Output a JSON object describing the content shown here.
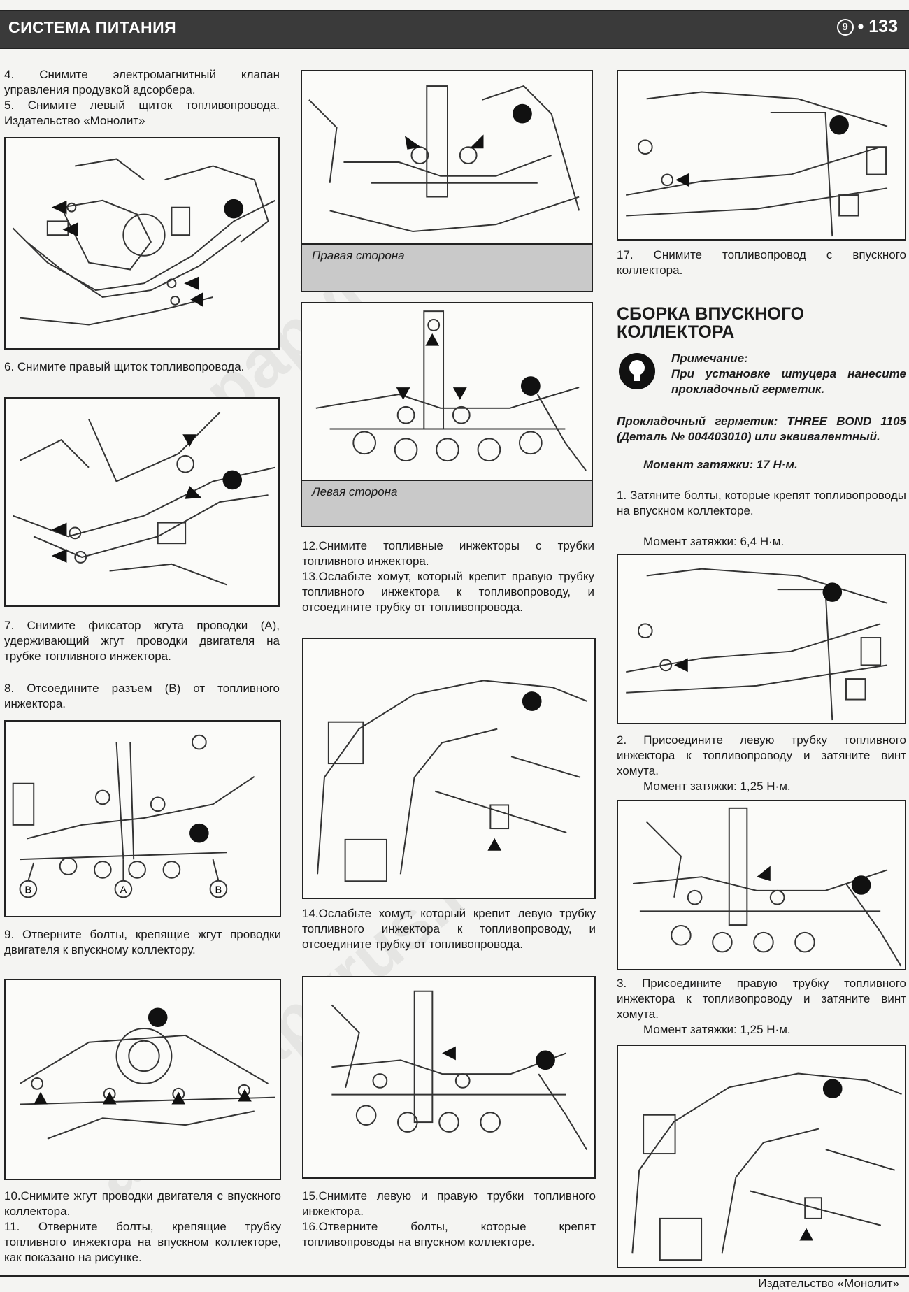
{
  "header": {
    "title": "СИСТЕМА ПИТАНИЯ",
    "page_marker": "9",
    "page_number": "• 133"
  },
  "col1": {
    "p4": "4. Снимите электромагнитный клапан управления продувкой адсорбера.",
    "p5": "5. Снимите левый щиток топливопровода. Издательство «Монолит»",
    "p6": "6. Снимите правый щиток топливопровода.",
    "p7": "7. Снимите фиксатор жгута проводки (А), удерживающий жгут проводки двигателя на трубке топливного инжектора.",
    "p8": "8. Отсоедините разъем (В) от топливного инжектора.",
    "p9": "9. Отверните болты, крепящие жгут проводки двигателя к впускному коллектору.",
    "p10": "10.Снимите жгут проводки двигателя с впускного коллектора.",
    "p11": "11. Отверните болты, крепящие трубку топливного инжектора на впускном коллекторе, как показано на рисунке.",
    "labels": {
      "b": "B",
      "a": "A"
    }
  },
  "col2": {
    "cap_right": "Правая сторона",
    "cap_left": "Левая сторона",
    "p12": "12.Снимите топливные инжекторы с трубки топливного инжектора.",
    "p13": "13.Ослабьте хомут, который крепит правую трубку топливного инжектора к топливопроводу, и отсоедините трубку от топливопровода.",
    "p14": "14.Ослабьте хомут, который крепит левую трубку топливного инжектора к топливопроводу, и отсоедините трубку от топливопровода.",
    "p15": "15.Снимите левую и правую трубки топливного инжектора.",
    "p16": "16.Отверните болты, которые крепят топливопроводы на впускном коллекторе."
  },
  "col3": {
    "p17": "17. Снимите топливопровод с впускного коллектора.",
    "heading": "СБОРКА ВПУСКНОГО КОЛЛЕКТОРА",
    "note_title": "Примечание:",
    "note_body": "При установке штуцера нанесите прокладочный герметик.",
    "note_sealant": "Прокладочный герметик: THREE BOND 1105 (Деталь № 004403010) или эквивалентный.",
    "note_torque": "Момент затяжки: 17 Н·м.",
    "s1": "1. Затяните болты, которые крепят топливопроводы на впускном коллекторе.",
    "s1_torque": "Момент затяжки: 6,4 Н·м.",
    "s2": "2. Присоедините левую трубку топливного инжектора к топливопроводу и затяните винт хомута.",
    "s2_torque": "Момент затяжки: 1,25 Н·м.",
    "s3": "3. Присоедините правую трубку топливного инжектора к топливопроводу и затяните винт хомута.",
    "s3_torque": "Момент затяжки: 1,25 Н·м."
  },
  "footer": {
    "publisher": "Издательство «Монолит»"
  },
  "watermark": "autopapyrus.ru"
}
